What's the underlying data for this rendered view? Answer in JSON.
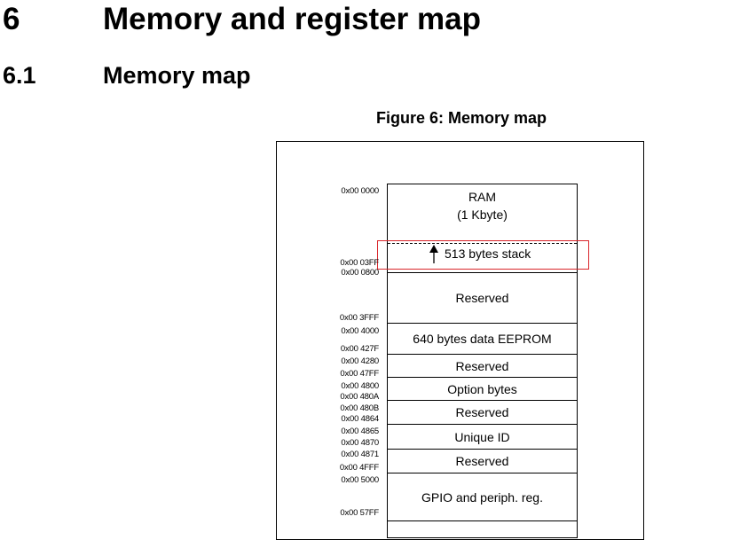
{
  "headings": {
    "section": {
      "number": "6",
      "title": "Memory and register map"
    },
    "subsection": {
      "number": "6.1",
      "title": "Memory map"
    }
  },
  "figure": {
    "caption": "Figure 6: Memory map",
    "regions": [
      {
        "label": "RAM",
        "sublabel": "(1 Kbyte)"
      },
      {
        "label": "513 bytes stack"
      },
      {
        "label": "Reserved"
      },
      {
        "label": "640 bytes data EEPROM"
      },
      {
        "label": "Reserved"
      },
      {
        "label": "Option bytes"
      },
      {
        "label": "Reserved"
      },
      {
        "label": "Unique ID"
      },
      {
        "label": "Reserved"
      },
      {
        "label": "GPIO and periph. reg."
      }
    ],
    "addresses": [
      "0x00 0000",
      "0x00 03FF",
      "0x00 0800",
      "0x00 3FFF",
      "0x00 4000",
      "0x00 427F",
      "0x00 4280",
      "0x00 47FF",
      "0x00 4800",
      "0x00 480A",
      "0x00 480B",
      "0x00 4864",
      "0x00 4865",
      "0x00 4870",
      "0x00 4871",
      "0x00 4FFF",
      "0x00 5000",
      "0x00 57FF"
    ],
    "colors": {
      "highlight": "#d9262b"
    }
  }
}
